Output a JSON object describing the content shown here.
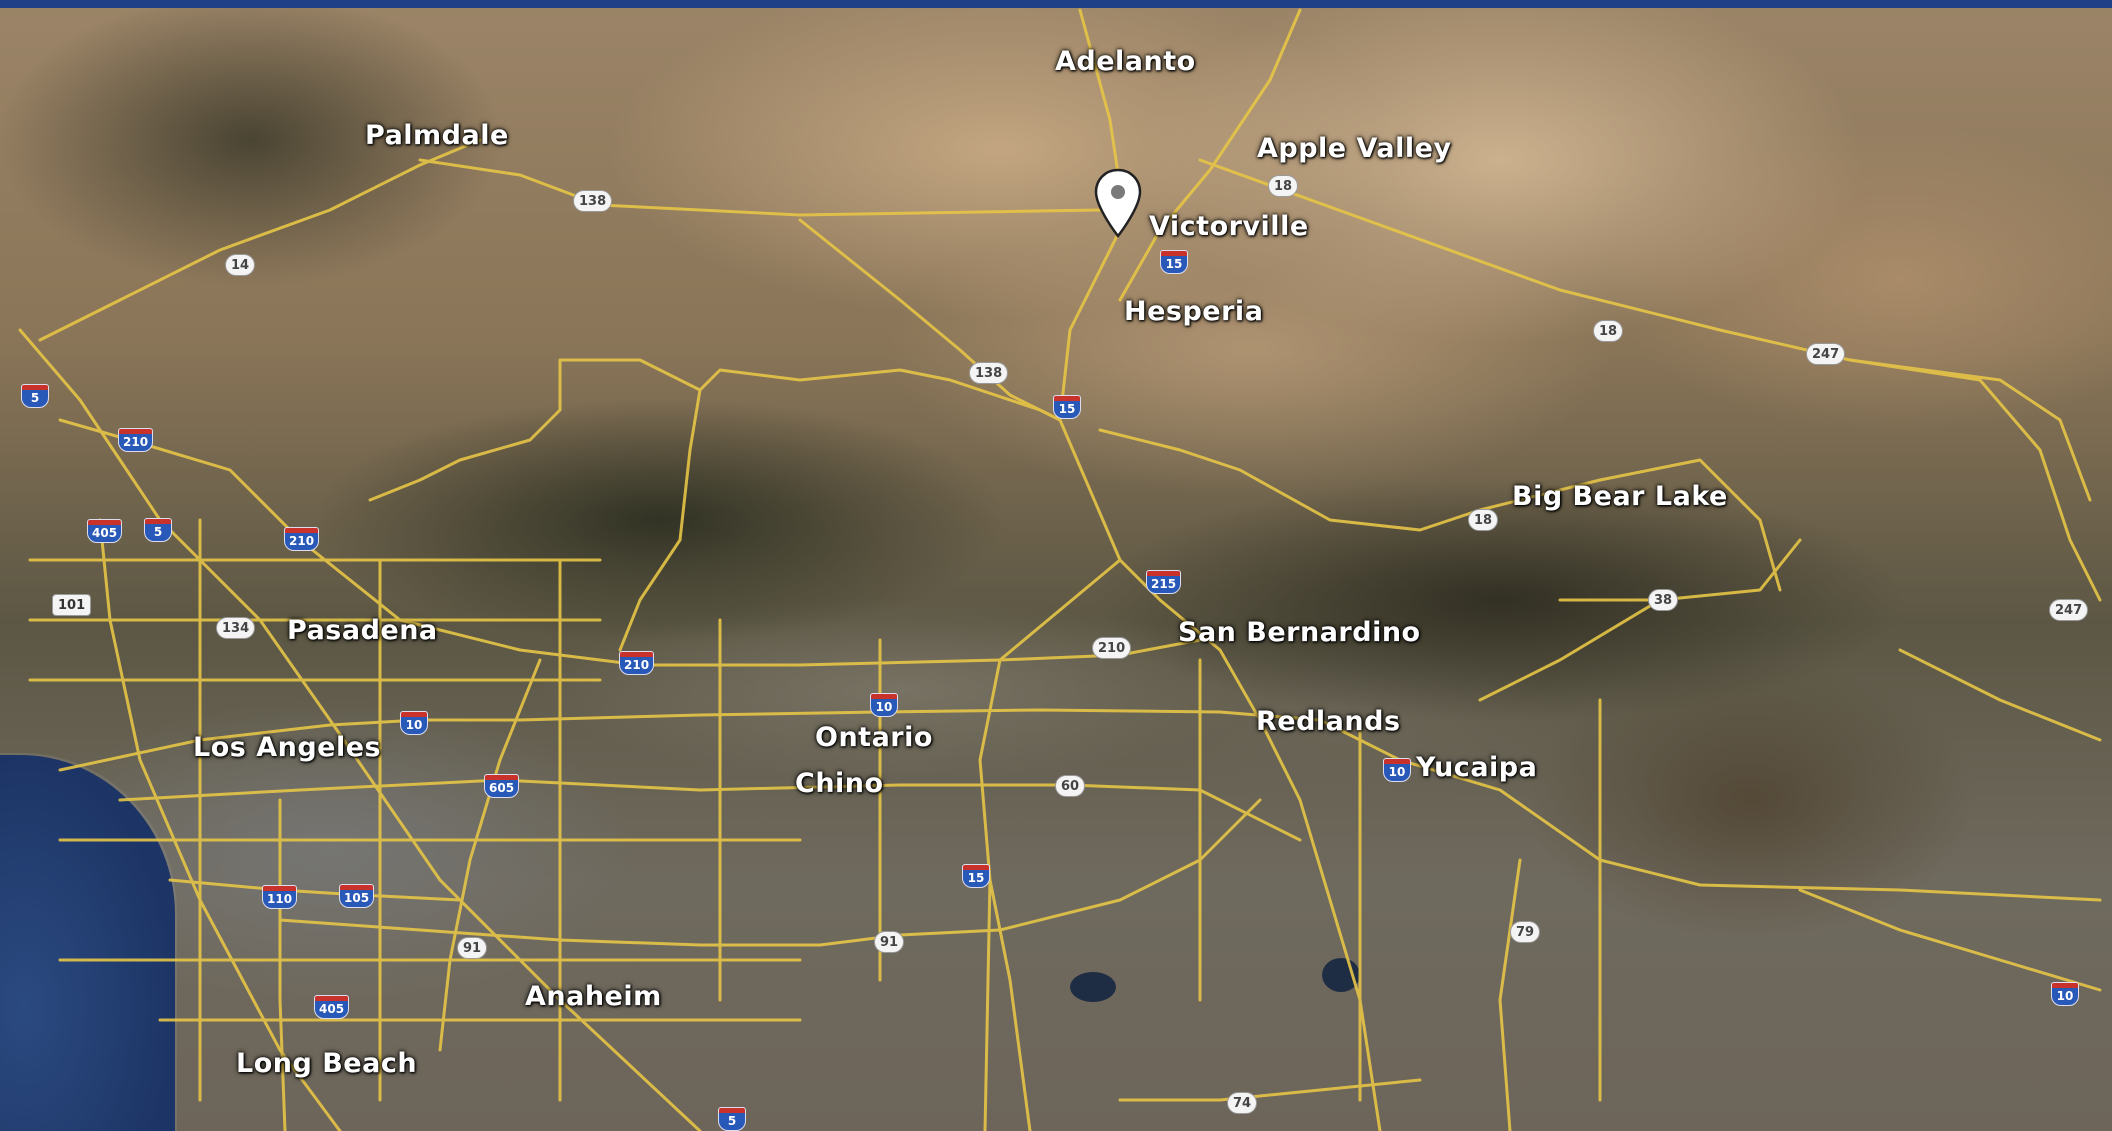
{
  "map": {
    "cities": [
      {
        "label": "Adelanto"
      },
      {
        "label": "Palmdale"
      },
      {
        "label": "Apple Valley"
      },
      {
        "label": "Victorville"
      },
      {
        "label": "Hesperia"
      },
      {
        "label": "Big Bear Lake"
      },
      {
        "label": "Pasadena"
      },
      {
        "label": "San Bernardino"
      },
      {
        "label": "Los Angeles"
      },
      {
        "label": "Ontario"
      },
      {
        "label": "Redlands"
      },
      {
        "label": "Yucaipa"
      },
      {
        "label": "Chino"
      },
      {
        "label": "Anaheim"
      },
      {
        "label": "Long Beach"
      }
    ],
    "shields": [
      {
        "type": "state",
        "number": "138"
      },
      {
        "type": "state",
        "number": "18"
      },
      {
        "type": "interstate",
        "number": "15"
      },
      {
        "type": "state",
        "number": "14"
      },
      {
        "type": "state",
        "number": "18"
      },
      {
        "type": "state",
        "number": "247"
      },
      {
        "type": "state",
        "number": "138"
      },
      {
        "type": "interstate",
        "number": "15"
      },
      {
        "type": "interstate",
        "number": "5"
      },
      {
        "type": "interstate",
        "number": "210"
      },
      {
        "type": "interstate",
        "number": "405"
      },
      {
        "type": "interstate",
        "number": "5"
      },
      {
        "type": "interstate",
        "number": "210"
      },
      {
        "type": "state",
        "number": "18"
      },
      {
        "type": "us",
        "number": "101"
      },
      {
        "type": "state",
        "number": "134"
      },
      {
        "type": "interstate",
        "number": "215"
      },
      {
        "type": "state",
        "number": "38"
      },
      {
        "type": "state",
        "number": "247"
      },
      {
        "type": "interstate",
        "number": "210"
      },
      {
        "type": "state",
        "number": "210"
      },
      {
        "type": "interstate",
        "number": "10"
      },
      {
        "type": "interstate",
        "number": "10"
      },
      {
        "type": "interstate",
        "number": "10"
      },
      {
        "type": "interstate",
        "number": "605"
      },
      {
        "type": "state",
        "number": "60"
      },
      {
        "type": "interstate",
        "number": "15"
      },
      {
        "type": "interstate",
        "number": "110"
      },
      {
        "type": "interstate",
        "number": "105"
      },
      {
        "type": "state",
        "number": "91"
      },
      {
        "type": "state",
        "number": "91"
      },
      {
        "type": "state",
        "number": "79"
      },
      {
        "type": "interstate",
        "number": "405"
      },
      {
        "type": "interstate",
        "number": "10"
      },
      {
        "type": "interstate",
        "number": "5"
      },
      {
        "type": "state",
        "number": "74"
      }
    ],
    "pin_icon": "location-pin-icon",
    "colors": {
      "road": "#e6c547",
      "label_text": "#ffffff",
      "top_bar": "#1f3f86"
    }
  }
}
